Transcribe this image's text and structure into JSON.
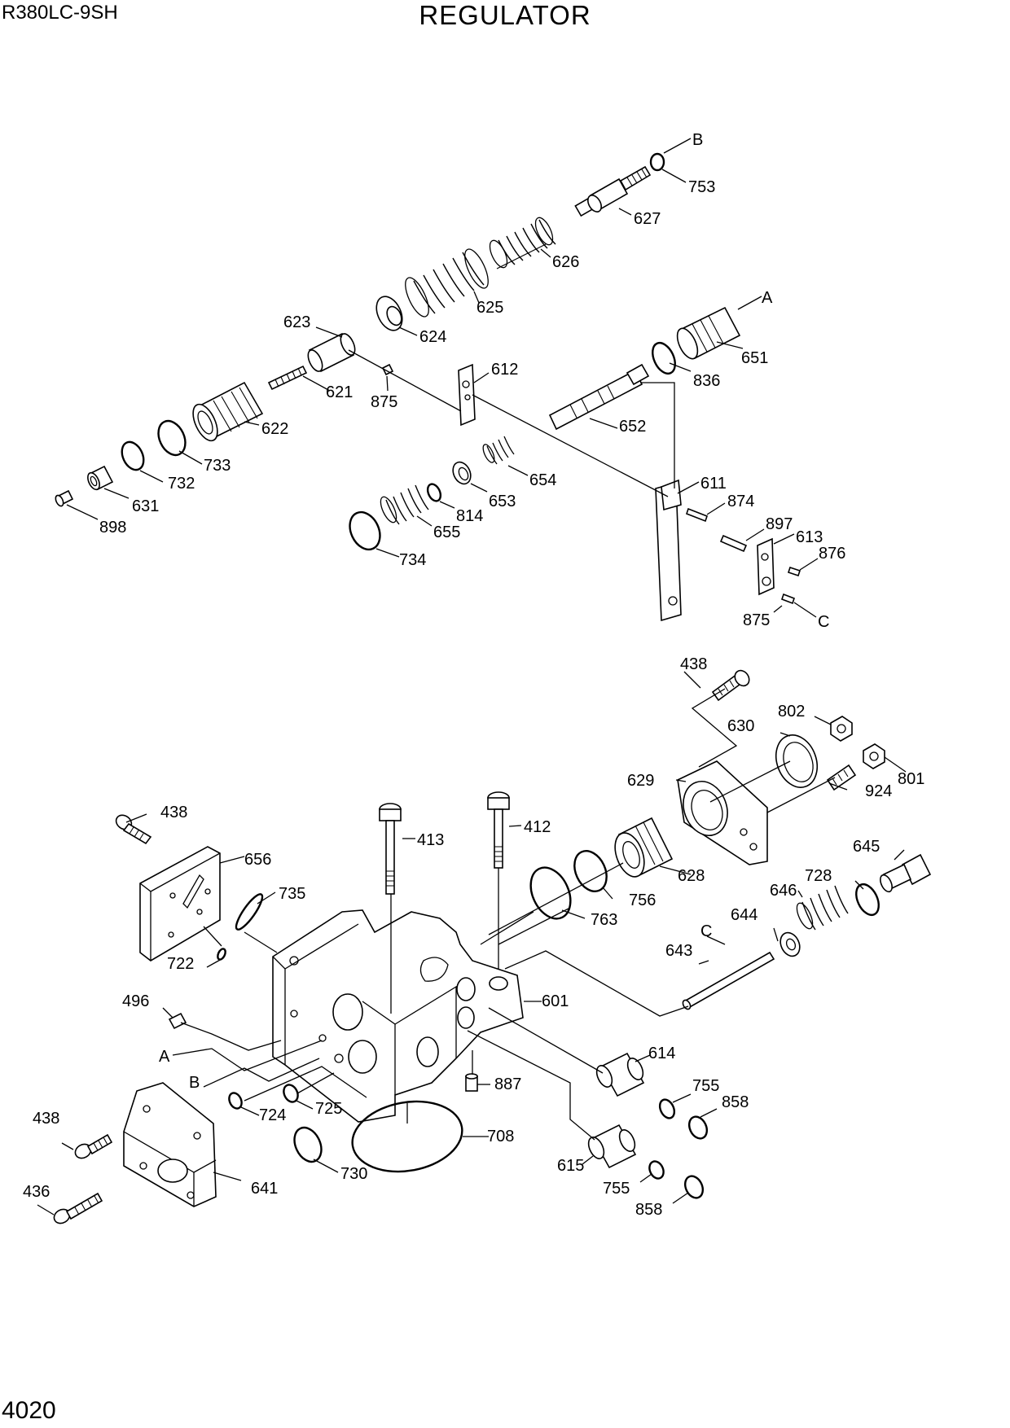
{
  "header": {
    "model": "R380LC-9SH",
    "title": "REGULATOR",
    "page_number": "4020"
  },
  "callouts": {
    "B1": "B",
    "n753": "753",
    "n627": "627",
    "n626": "626",
    "n625": "625",
    "A1": "A",
    "n651": "651",
    "n623": "623",
    "n624": "624",
    "n612": "612",
    "n836": "836",
    "n621": "621",
    "n875a": "875",
    "n652": "652",
    "n622": "622",
    "n733": "733",
    "n654": "654",
    "n732": "732",
    "n653": "653",
    "n631": "631",
    "n814": "814",
    "n611": "611",
    "n874": "874",
    "n898": "898",
    "n655": "655",
    "n897": "897",
    "n613": "613",
    "n734": "734",
    "n876": "876",
    "n875b": "875",
    "C1": "C",
    "n438a": "438",
    "n802": "802",
    "n630": "630",
    "n801": "801",
    "n629": "629",
    "n924": "924",
    "n438b": "438",
    "n413": "413",
    "n412": "412",
    "n656": "656",
    "n645": "645",
    "n628": "628",
    "n728": "728",
    "n646": "646",
    "n735": "735",
    "n756": "756",
    "n763": "763",
    "n644": "644",
    "C2": "C",
    "n722": "722",
    "n643": "643",
    "n496": "496",
    "n601": "601",
    "A2": "A",
    "n614": "614",
    "B2": "B",
    "n887": "887",
    "n755a": "755",
    "n858a": "858",
    "n724": "724",
    "n725": "725",
    "n438c": "438",
    "n708": "708",
    "n730": "730",
    "n615": "615",
    "n641": "641",
    "n436": "436",
    "n755b": "755",
    "n858b": "858"
  }
}
